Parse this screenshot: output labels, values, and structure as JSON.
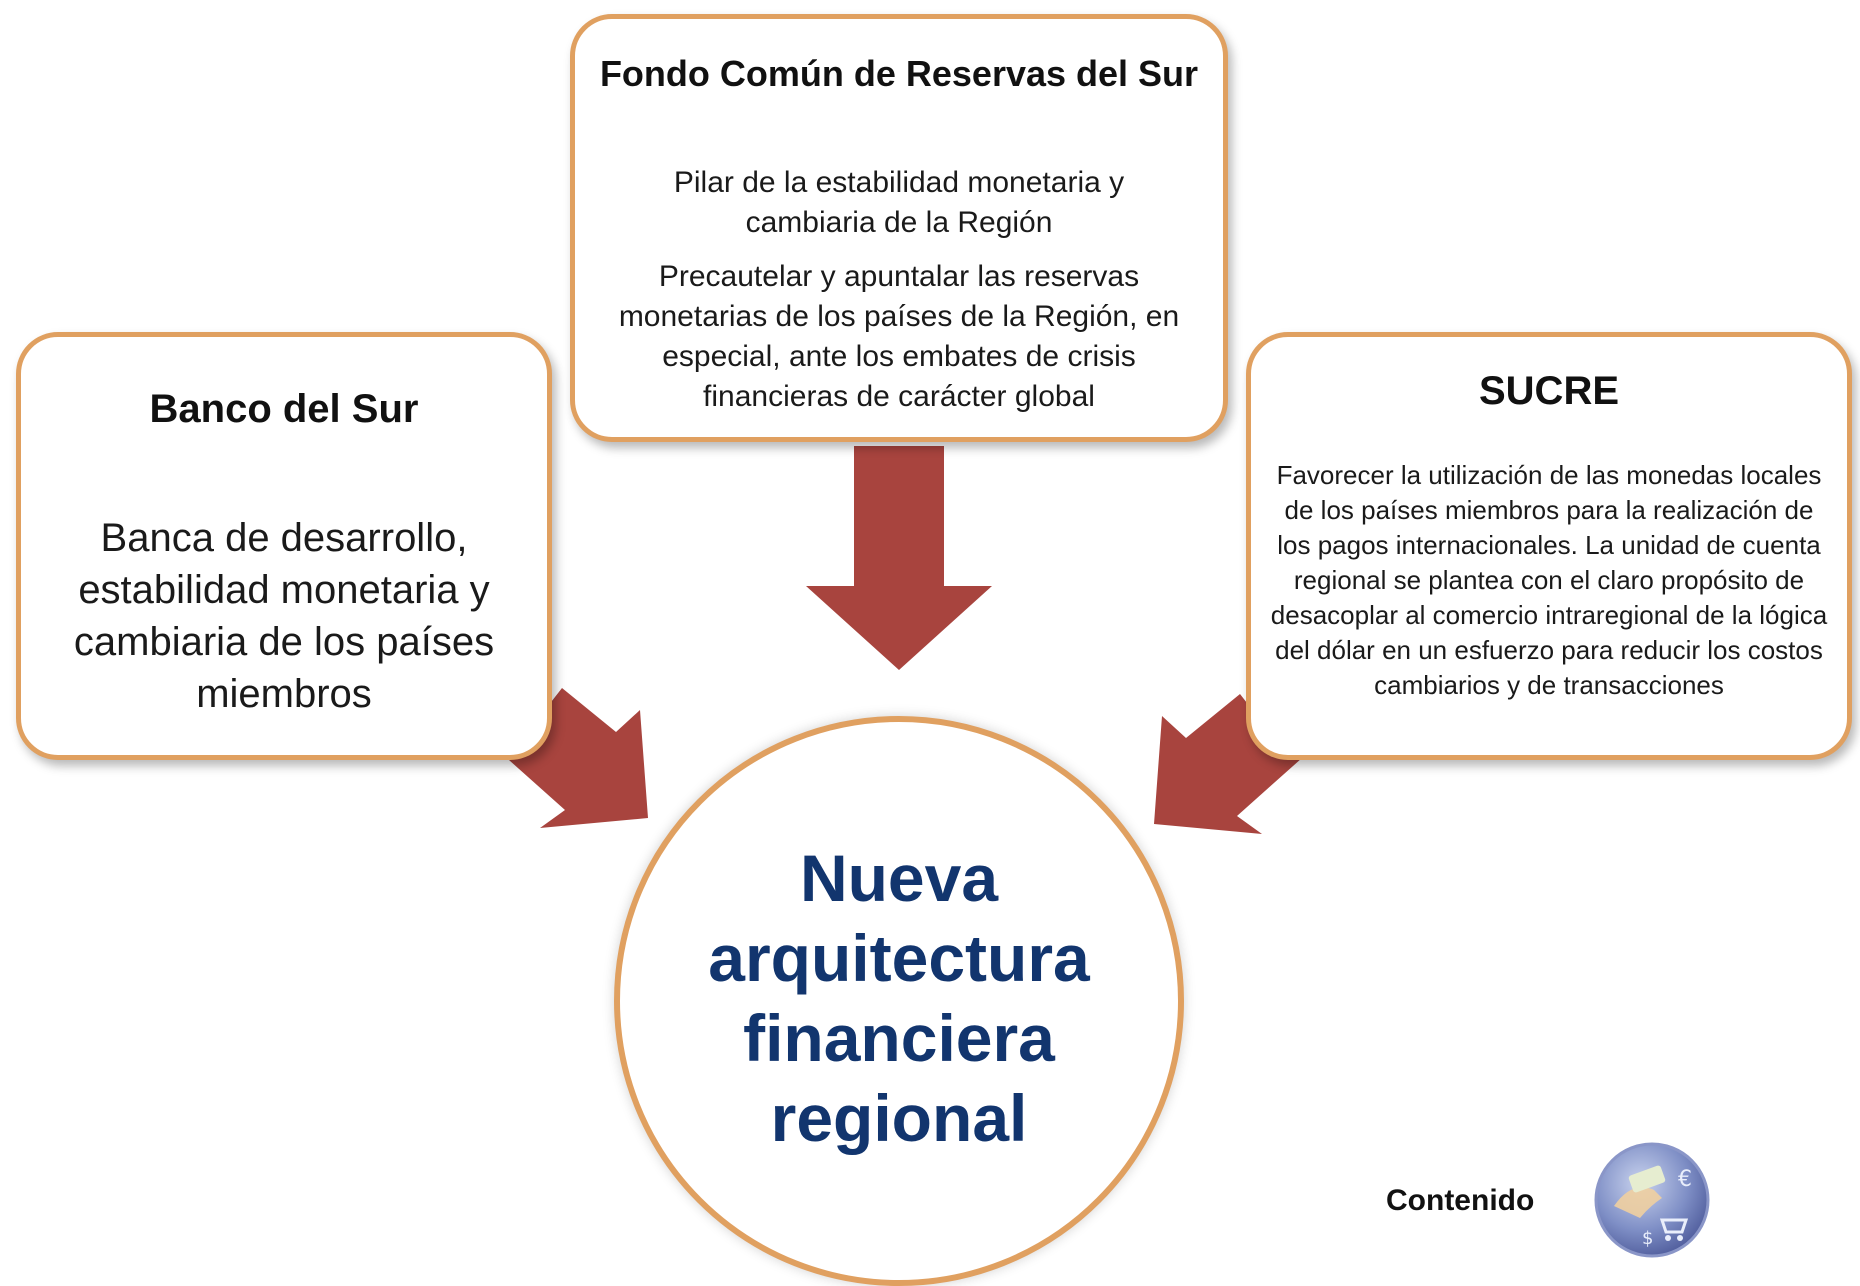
{
  "fondo": {
    "title": "Fondo Común de Reservas del Sur",
    "line1": "Pilar de la estabilidad monetaria y cambiaria de la Región",
    "line2": "Precautelar y apuntalar las reservas monetarias de los países de la Región, en especial, ante los embates de crisis financieras de carácter global"
  },
  "banco": {
    "title": "Banco del Sur",
    "line1": "Banca de desarrollo, estabilidad monetaria y cambiaria de los países miembros"
  },
  "sucre": {
    "title": "SUCRE",
    "line1": "Favorecer la utilización de las monedas locales de los países miembros para la realización de los pagos internacionales.  La unidad de cuenta regional se plantea con el claro propósito de desacoplar al comercio intraregional de la lógica del dólar en un esfuerzo para reducir los costos cambiarios y de transacciones"
  },
  "center": {
    "title": "Nueva arquitectura financiera regional"
  },
  "footer": {
    "contenido_label": "Contenido",
    "icon": "money-currency-icon"
  },
  "colors": {
    "box_border": "#e0a060",
    "arrow": "#a8443e",
    "center_text": "#12356e"
  }
}
